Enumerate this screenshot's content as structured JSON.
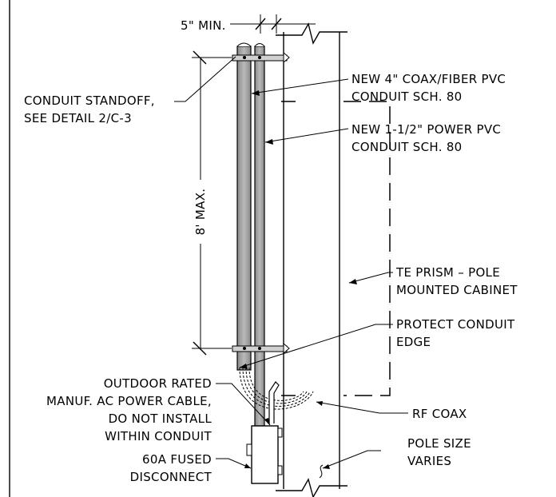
{
  "dimensions": {
    "min_clearance": "5\" MIN.",
    "max_spacing": "8' MAX."
  },
  "callouts": {
    "conduit_standoff": [
      "CONDUIT STANDOFF,",
      "SEE DETAIL 2/C-3"
    ],
    "coax_fiber_conduit": [
      "NEW 4\" COAX/FIBER PVC",
      "CONDUIT SCH. 80"
    ],
    "power_conduit": [
      "NEW 1-1/2\" POWER PVC",
      "CONDUIT SCH. 80"
    ],
    "cabinet": [
      "TE PRISM – POLE",
      "MOUNTED CABINET"
    ],
    "protect_edge": [
      "PROTECT CONDUIT",
      "EDGE"
    ],
    "power_cable": [
      "OUTDOOR RATED",
      "MANUF. AC POWER CABLE,",
      "DO NOT INSTALL",
      "WITHIN CONDUIT"
    ],
    "rf_coax": [
      "RF COAX"
    ],
    "pole_size": [
      "POLE SIZE",
      "VARIES"
    ],
    "disconnect": [
      "60A FUSED",
      "DISCONNECT"
    ]
  }
}
